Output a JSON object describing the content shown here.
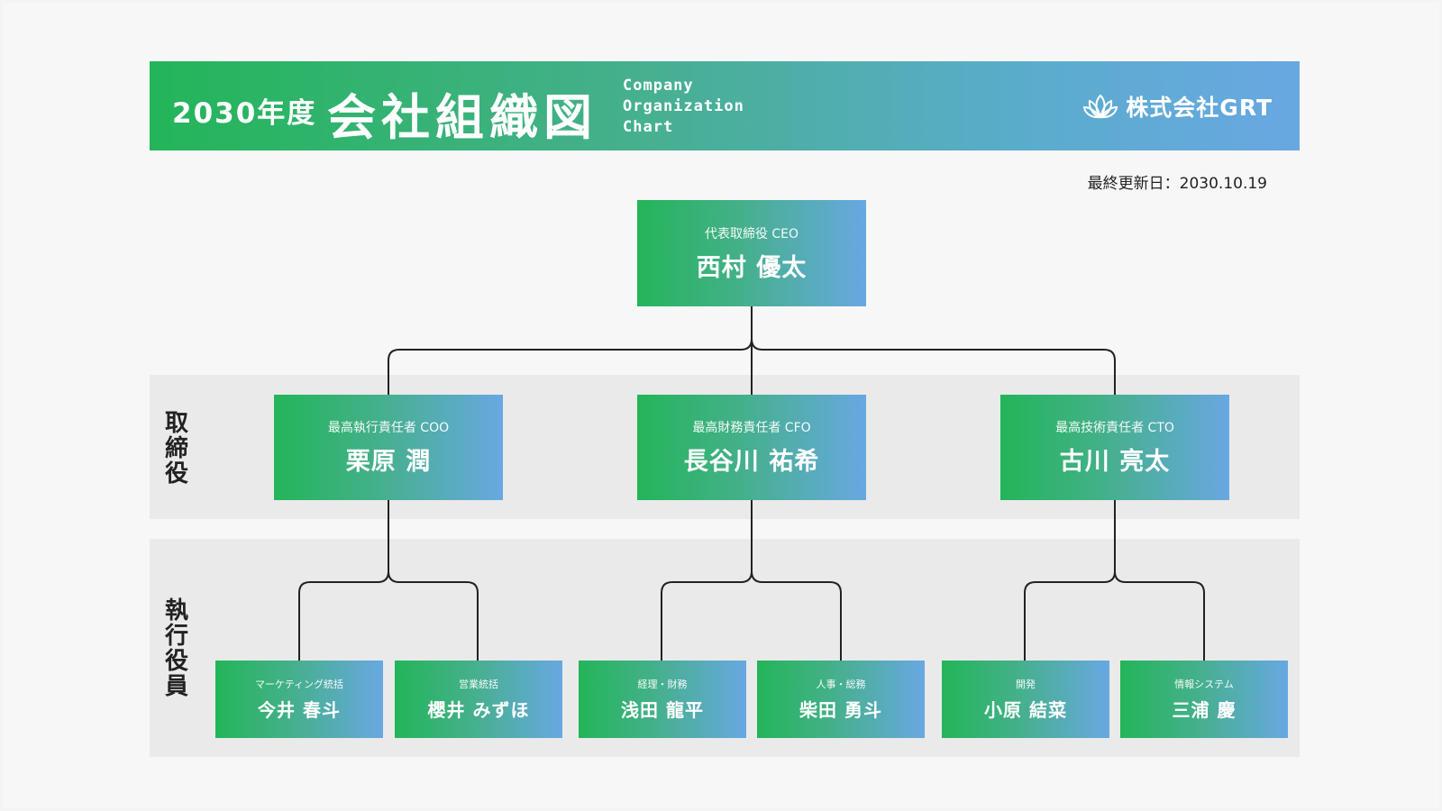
{
  "header": {
    "year": "2030年度",
    "title": "会社組織図",
    "subtitle": [
      "Company",
      "Organization",
      "Chart"
    ],
    "company": "株式会社GRT",
    "logo_icon": "lotus-icon"
  },
  "updated": "最終更新日：2030.10.19",
  "bands": {
    "board": "取締役",
    "exec": "執行役員"
  },
  "ceo": {
    "role": "代表取締役 CEO",
    "name": "西村 優太"
  },
  "board": [
    {
      "role": "最高執行責任者 COO",
      "name": "栗原 潤"
    },
    {
      "role": "最高財務責任者 CFO",
      "name": "長谷川 祐希"
    },
    {
      "role": "最高技術責任者 CTO",
      "name": "古川 亮太"
    }
  ],
  "execs": [
    {
      "role": "マーケティング統括",
      "name": "今井 春斗"
    },
    {
      "role": "営業統括",
      "name": "櫻井 みずほ"
    },
    {
      "role": "経理・財務",
      "name": "浅田 龍平"
    },
    {
      "role": "人事・総務",
      "name": "柴田 勇斗"
    },
    {
      "role": "開発",
      "name": "小原 結菜"
    },
    {
      "role": "情報システム",
      "name": "三浦 慶"
    }
  ],
  "colors": {
    "gradient_start": "#23b559",
    "gradient_end": "#68a8e2",
    "line": "#222222",
    "band": "#eaeaea"
  }
}
